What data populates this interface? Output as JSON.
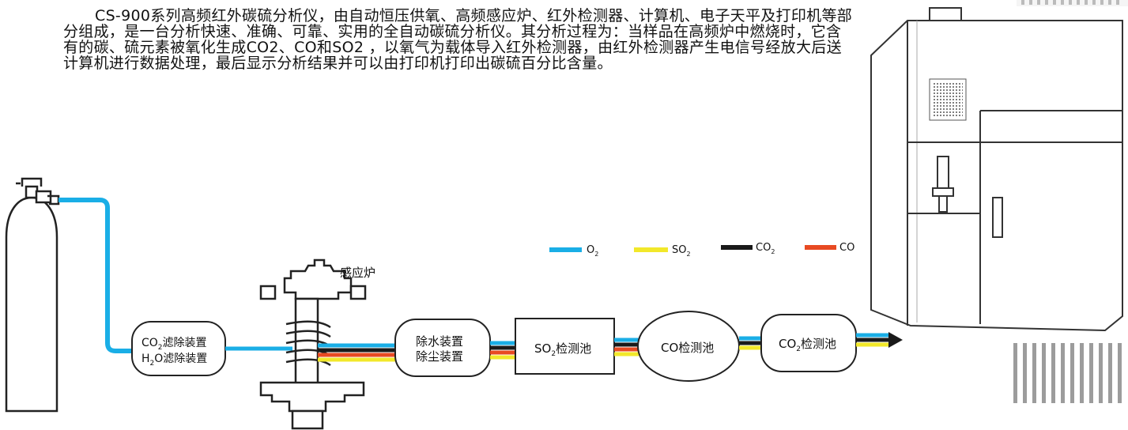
{
  "intro_text": "CS-900系列高频红外碳硫分析仪，由自动恒压供氧、高频感应炉、红外检测器、计算机、电子天平及打印机等部分组成，是一台分析快速、准确、可靠、实用的全自动碳硫分析仪。其分析过程为：当样品在高频炉中燃烧时，它含有的碳、硫元素被氧化生成CO2、CO和SO2 ，以氧气为载体导入红外检测器，由红外检测器产生电信号经放大后送计算机进行数据处理，最后显示分析结果并可以由打印机打印出碳硫百分比含量。",
  "colors": {
    "o2": "#1aaee6",
    "so2": "#f2e82a",
    "co2": "#1a1a1a",
    "co": "#e84a22"
  },
  "legend": [
    {
      "key": "o2",
      "main": "O",
      "sub": "2",
      "tail": ""
    },
    {
      "key": "so2",
      "main": "SO",
      "sub": "2",
      "tail": ""
    },
    {
      "key": "co2",
      "main": "CO",
      "sub": "2",
      "tail": ""
    },
    {
      "key": "co",
      "main": "CO",
      "sub": "",
      "tail": ""
    }
  ],
  "furnace_label": "感应炉",
  "box_co2_filter": {
    "line1_a": "CO",
    "line1_sub": "2",
    "line1_b": "滤除装置",
    "line2_a": "H",
    "line2_sub": "2",
    "line2_b": "O滤除装置"
  },
  "box_dehumid": {
    "line1": "除水装置",
    "line2": "除尘装置"
  },
  "box_so2_cell": {
    "a": "SO",
    "sub": "2",
    "b": "检测池"
  },
  "box_co_cell": {
    "text": "CO检测池"
  },
  "box_co2_cell": {
    "a": "CO",
    "sub": "2",
    "b": "检测池"
  }
}
